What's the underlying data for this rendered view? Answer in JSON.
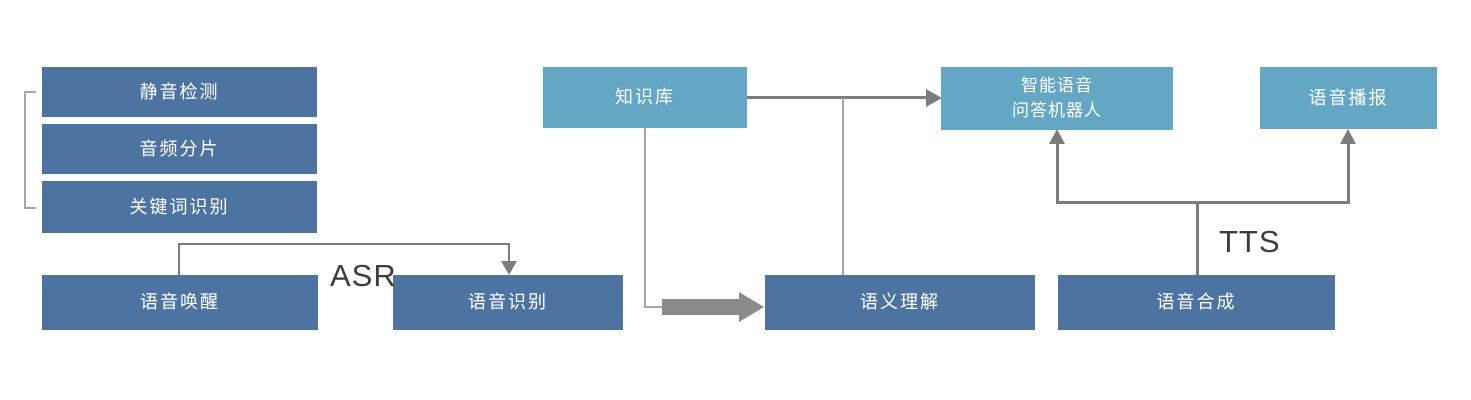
{
  "diagram": {
    "title": "speech-ai-pipeline",
    "colors": {
      "dark_box": "#4d73a1",
      "light_box": "#64a7c5",
      "line_gray": "#7c7c7c",
      "soft_line_gray": "#a6a6a6",
      "thick_arrow": "#8b8b8b",
      "label_text": "#3d3d3d",
      "box_text": "#ffffff",
      "background": "#ffffff"
    },
    "boxes": {
      "silence": {
        "label": "静音检测"
      },
      "audio_slice": {
        "label": "音频分片"
      },
      "keyword": {
        "label": "关键词识别"
      },
      "wake": {
        "label": "语音唤醒"
      },
      "recognition": {
        "label": "语音识别"
      },
      "nlu": {
        "label": "语义理解"
      },
      "synthesis": {
        "label": "语音合成"
      },
      "knowledge_base": {
        "label": "知识库"
      },
      "robot": {
        "label_line1": "智能语音",
        "label_line2": "问答机器人"
      },
      "broadcast": {
        "label": "语音播报"
      }
    },
    "labels": {
      "asr": "ASR",
      "tts": "TTS"
    },
    "edges": [
      {
        "from": "语音唤醒",
        "to": "语音识别",
        "label": "ASR",
        "style": "thin-elbow-arrow"
      },
      {
        "from": "知识库",
        "to": "语义理解",
        "label": "",
        "style": "thick-arrow"
      },
      {
        "from": "知识库",
        "to": "智能语音问答机器人",
        "label": "",
        "style": "thin-arrow"
      },
      {
        "from": "语义理解",
        "to": "知识库→智能语音问答机器人连线",
        "label": "",
        "style": "thin-line"
      },
      {
        "from": "语音合成",
        "to": "智能语音问答机器人",
        "label": "TTS",
        "style": "thin-elbow-arrow"
      },
      {
        "from": "语音合成",
        "to": "语音播报",
        "label": "TTS",
        "style": "thin-elbow-arrow"
      },
      {
        "group_bracket": [
          "静音检测",
          "音频分片",
          "关键词识别"
        ]
      }
    ]
  }
}
